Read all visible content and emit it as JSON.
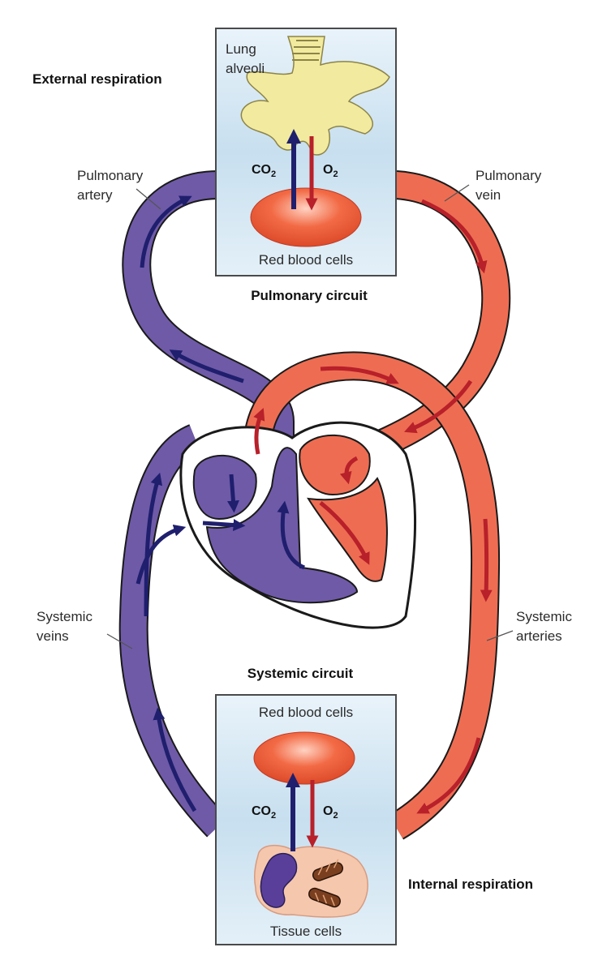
{
  "labels": {
    "external_respiration": "External respiration",
    "internal_respiration": "Internal respiration",
    "pulmonary_circuit": "Pulmonary circuit",
    "systemic_circuit": "Systemic circuit",
    "lung_alveoli_line1": "Lung",
    "lung_alveoli_line2": "alveoli",
    "pulmonary_artery_line1": "Pulmonary",
    "pulmonary_artery_line2": "artery",
    "pulmonary_vein_line1": "Pulmonary",
    "pulmonary_vein_line2": "vein",
    "systemic_veins_line1": "Systemic",
    "systemic_veins_line2": "veins",
    "systemic_arteries_line1": "Systemic",
    "systemic_arteries_line2": "arteries",
    "red_blood_cells_top": "Red blood cells",
    "red_blood_cells_bottom": "Red blood cells",
    "tissue_cells": "Tissue cells",
    "co2_top": "CO",
    "co2_top_sub": "2",
    "o2_top": "O",
    "o2_top_sub": "2",
    "co2_bottom": "CO",
    "co2_bottom_sub": "2",
    "o2_bottom": "O",
    "o2_bottom_sub": "2"
  },
  "colors": {
    "deoxygenated": "#6f5aa8",
    "oxygenated": "#ee6d52",
    "arrow_dark_blue": "#1f1f6e",
    "arrow_dark_red": "#b8202a",
    "panel_bg": "#cde3f1",
    "panel_border": "#4a4a4a",
    "alveoli": "#f2ea9e"
  }
}
